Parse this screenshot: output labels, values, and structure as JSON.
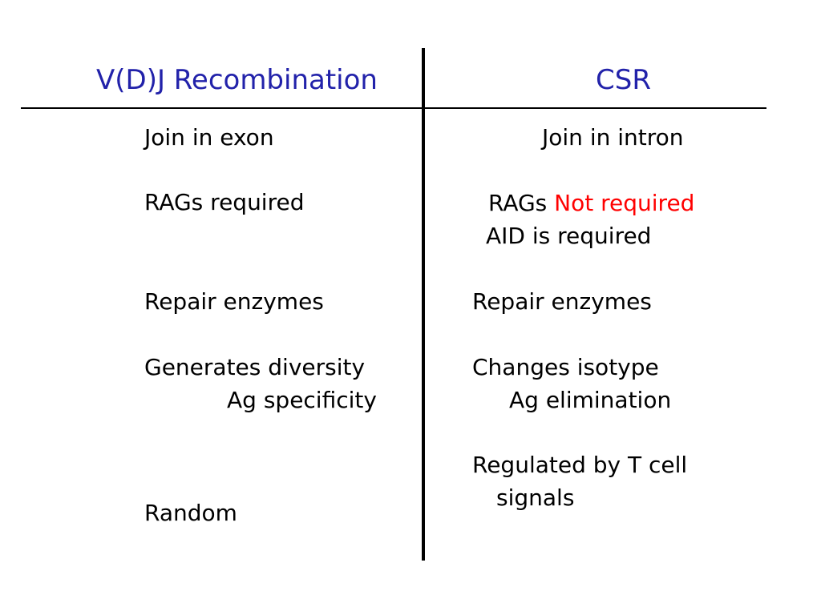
{
  "headings": {
    "left": "V(D)J Recombination",
    "right": "CSR"
  },
  "left_column": {
    "join": "Join in exon",
    "rags": "RAGs required",
    "repair": "Repair enzymes",
    "generates": "Generates diversity",
    "ag": "Ag specificity",
    "random": "Random"
  },
  "right_column": {
    "join": "Join in intron",
    "rags_prefix": "RAGs ",
    "rags_not": "Not required",
    "aid": "AID is required",
    "repair": "Repair enzymes",
    "changes": "Changes isotype",
    "ag": "Ag elimination",
    "regulated": "Regulated by T cell",
    "signals": "signals"
  },
  "colors": {
    "heading": "#2222aa",
    "highlight": "#ff0000"
  }
}
